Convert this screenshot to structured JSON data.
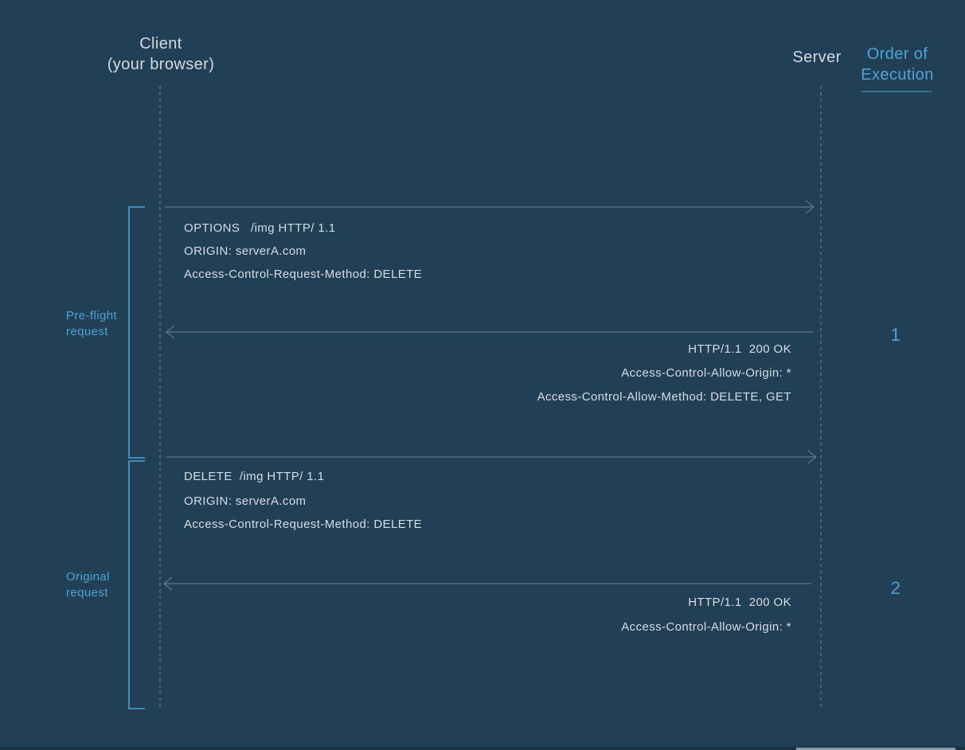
{
  "headers": {
    "client_line1": "Client",
    "client_line2": "(your browser)",
    "server": "Server",
    "order_line1": "Order of",
    "order_line2": "Execution"
  },
  "phases": [
    {
      "label_line1": "Pre-flight",
      "label_line2": "request",
      "order": "1",
      "request": {
        "lines": [
          "OPTIONS   /img HTTP/ 1.1",
          "ORIGIN: serverA.com",
          "Access-Control-Request-Method: DELETE"
        ]
      },
      "response": {
        "lines": [
          "HTTP/1.1  200 OK",
          "Access-Control-Allow-Origin: *",
          "Access-Control-Allow-Method: DELETE, GET"
        ]
      }
    },
    {
      "label_line1": "Original",
      "label_line2": "request",
      "order": "2",
      "request": {
        "lines": [
          "DELETE  /img HTTP/ 1.1",
          "ORIGIN: serverA.com",
          "Access-Control-Request-Method: DELETE"
        ]
      },
      "response": {
        "lines": [
          "HTTP/1.1  200 OK",
          "Access-Control-Allow-Origin: *"
        ]
      }
    }
  ],
  "colors": {
    "background": "#213f55",
    "accent": "#4ea3d9",
    "lines": "#6e8596",
    "text": "#d6dde4"
  }
}
